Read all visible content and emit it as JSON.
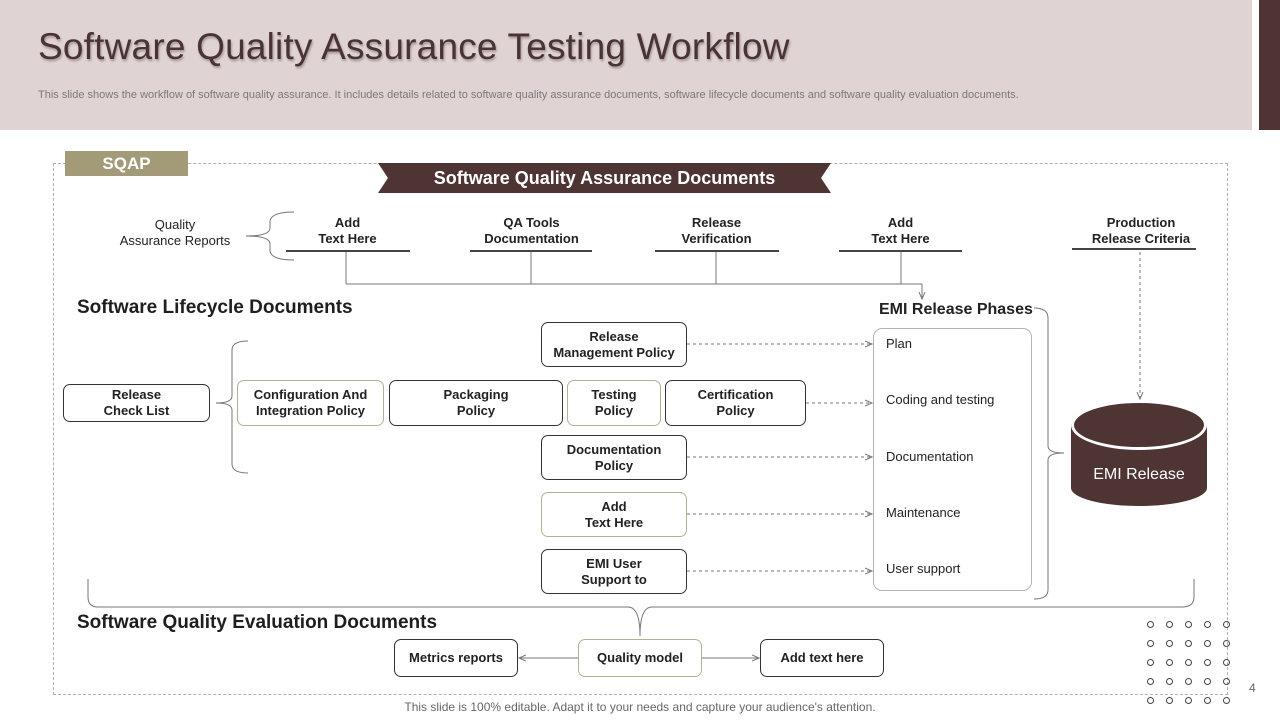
{
  "header": {
    "title": "Software Quality Assurance Testing Workflow",
    "subtitle": "This slide shows the workflow of software quality assurance. It includes details related to software quality assurance documents, software lifecycle documents and software quality evaluation documents."
  },
  "sqap_label": "SQAP",
  "sqa_documents": {
    "title": "Software Quality Assurance Documents",
    "bracket_label": "Quality\nAssurance Reports",
    "items": [
      "Add\nText Here",
      "QA Tools\nDocumentation",
      "Release\nVerification",
      "Add\nText Here"
    ],
    "production_criteria": "Production\nRelease Criteria"
  },
  "lifecycle": {
    "title": "Software Lifecycle Documents",
    "release_checklist": "Release\nCheck List",
    "config_policy": "Configuration And\nIntegration Policy",
    "packaging_policy": "Packaging\nPolicy",
    "testing_policy": "Testing\nPolicy",
    "certification_policy": "Certification\nPolicy",
    "release_mgmt_policy": "Release\nManagement Policy",
    "documentation_policy": "Documentation\nPolicy",
    "add_text": "Add\nText Here",
    "emi_user_support": "EMI User\nSupport to"
  },
  "emi": {
    "phases_title": "EMI Release Phases",
    "phases": [
      "Plan",
      "Coding and testing",
      "Documentation",
      "Maintenance",
      "User support"
    ],
    "release_label": "EMI Release"
  },
  "evaluation": {
    "title": "Software Quality Evaluation Documents",
    "metrics": "Metrics reports",
    "quality_model": "Quality model",
    "add_text": "Add text here"
  },
  "page_number": "4",
  "footer": "This slide is 100% editable. Adapt it to your needs and capture your audience's attention.",
  "colors": {
    "header_bg": "#e0d3d3",
    "accent_dark": "#4f3434",
    "olive": "#a39b78"
  }
}
